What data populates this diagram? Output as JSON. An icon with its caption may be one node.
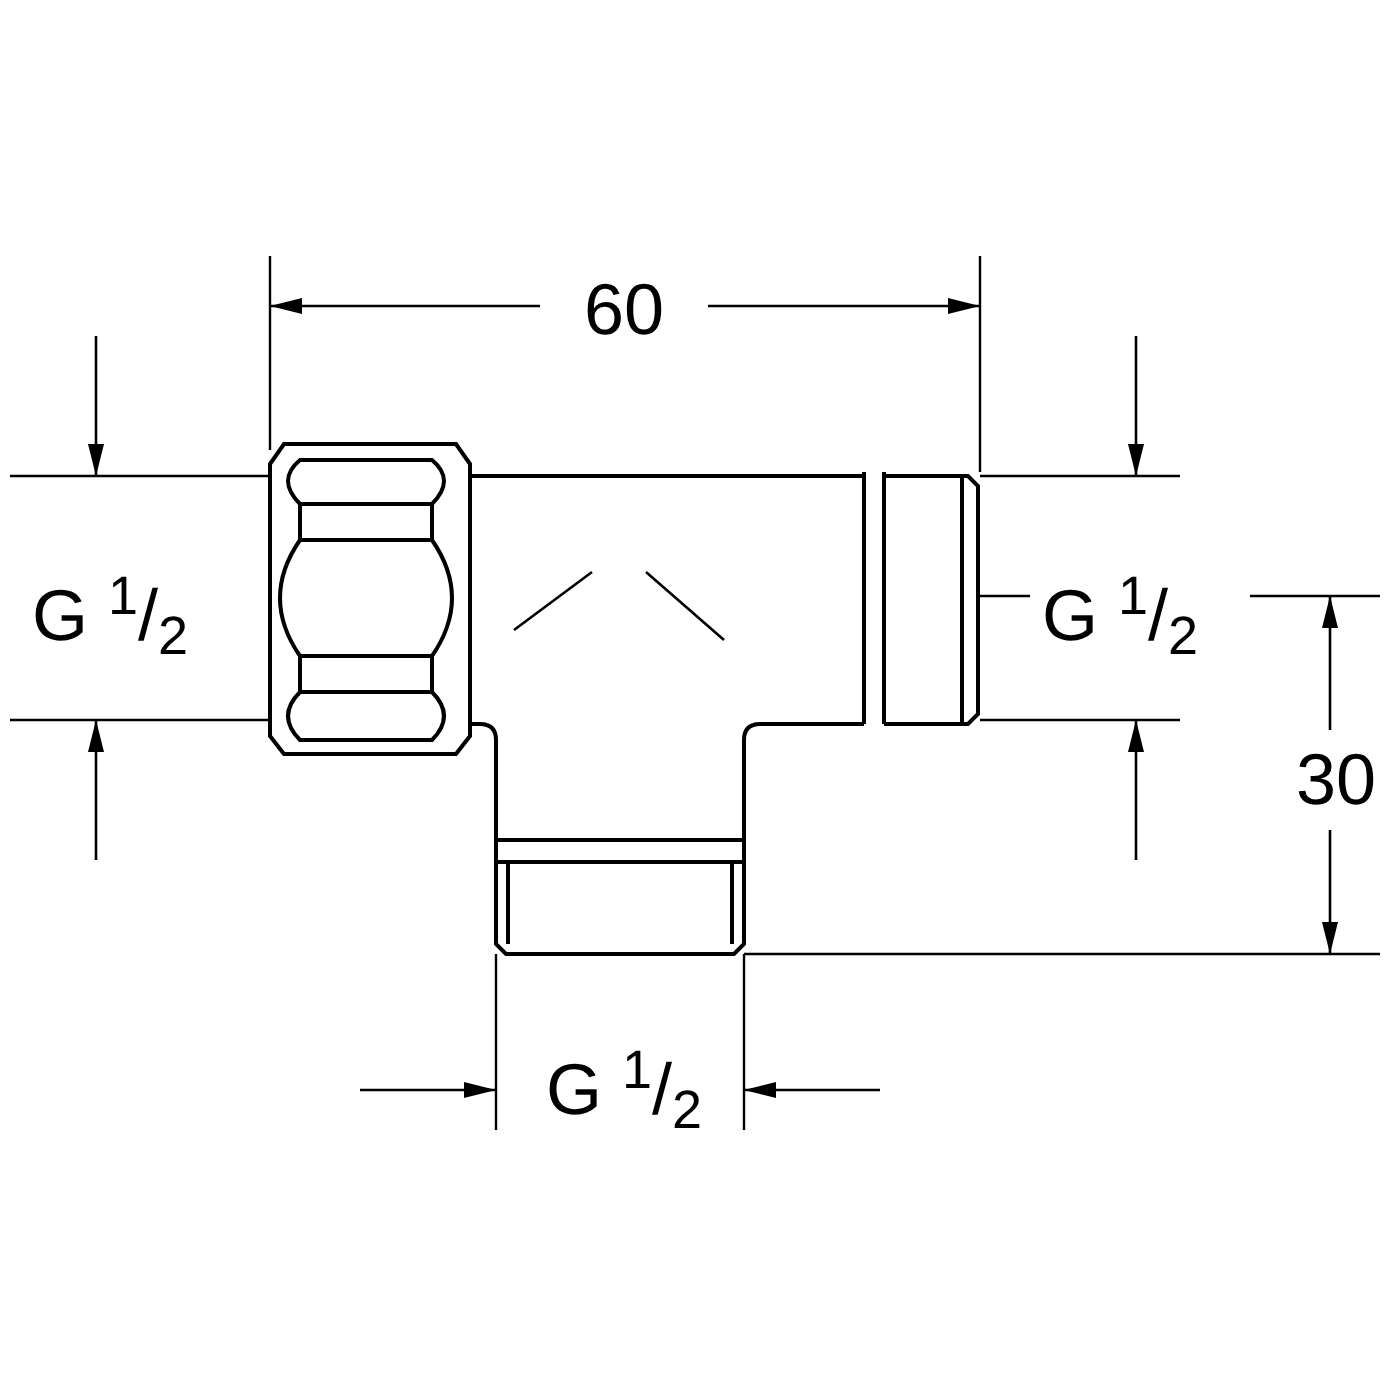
{
  "diagram": {
    "labels": [
      "60",
      "G $^{1}$/$_{2}$",
      "G $^{1}$/$_{2}$",
      "30",
      "G $^{1}$/$_{2}$"
    ]
  }
}
